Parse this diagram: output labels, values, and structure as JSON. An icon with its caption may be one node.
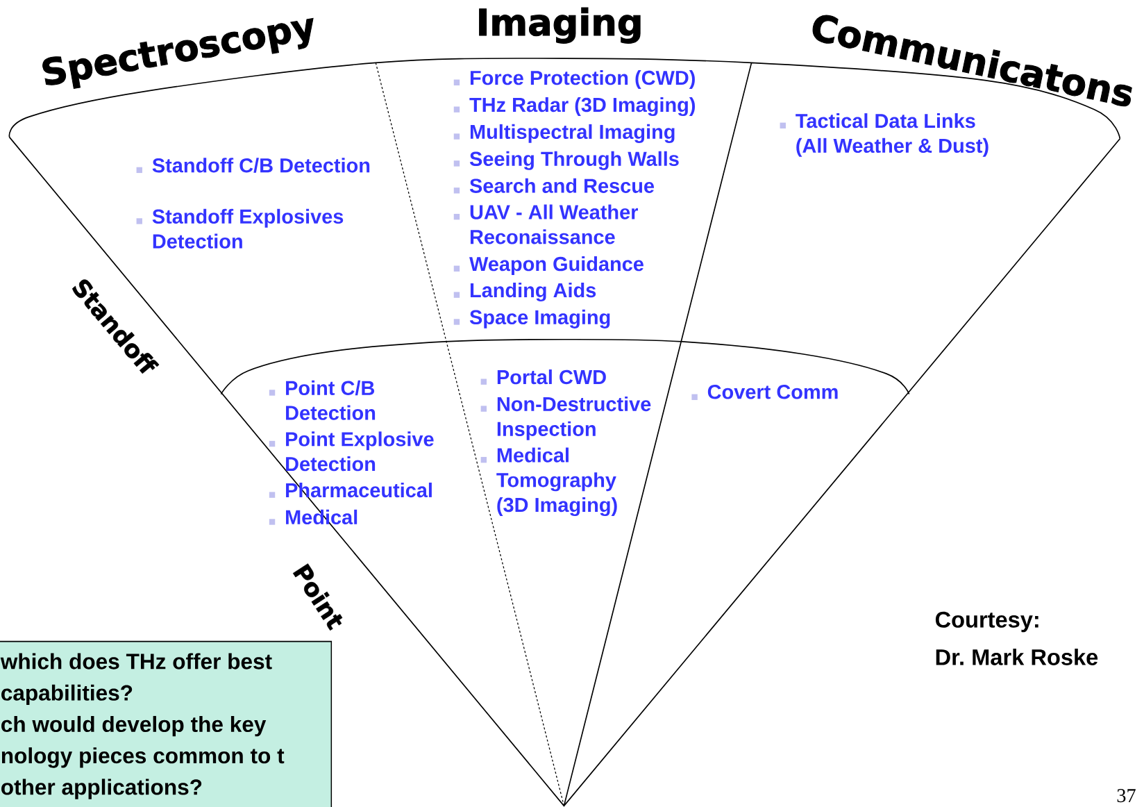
{
  "diagram": {
    "nodes": [
      {
        "text": [
          "which does THz offer best capabilities?",
          "ch would develop the key nology pieces common to t other applications?"
        ]
      }
    ],
    "labels": [
      "Spectroscopy",
      "Imaging",
      "Communicatons",
      "Force Protection (CWD)",
      "THz Radar (3D Imaging)",
      "Multispectral Imaging",
      "Seeing Through Walls",
      "Search and Rescue",
      "UAV - All Weather Reconaissance",
      "Weapon Guidance",
      "Landing Aids",
      "Space Imaging",
      "Tactical Data Links (All Weather & Dust)",
      "Standoff C/B Detection",
      "Standoff Explosives Detection",
      "Standoff",
      "Point C/B Detection",
      "Point Explosive Detection",
      "Pharmaceutical",
      "Medical",
      "Portal CWD",
      "Non-Destructive Inspection",
      "Medical Tomography (3D Imaging)",
      "Covert Comm",
      "Point",
      "Courtesy:",
      "Dr. Mark Roske",
      "37"
    ]
  }
}
